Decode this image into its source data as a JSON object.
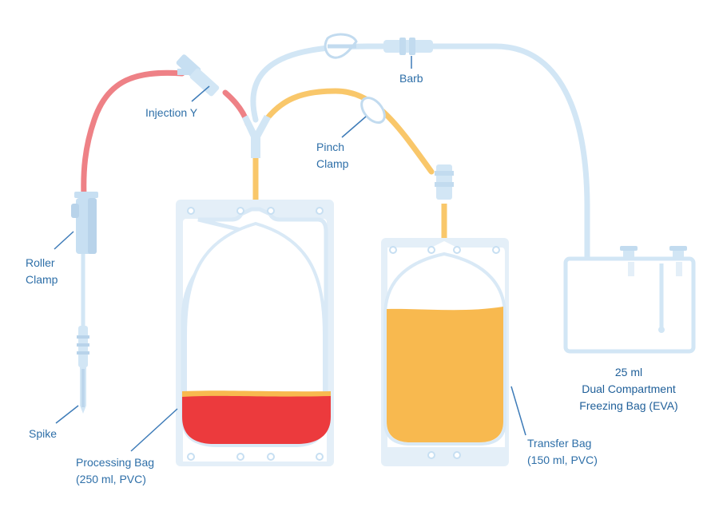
{
  "labels": {
    "injection_y": "Injection Y",
    "barb": "Barb",
    "pinch_clamp": [
      "Pinch",
      "Clamp"
    ],
    "roller_clamp": [
      "Roller",
      "Clamp"
    ],
    "spike": "Spike",
    "processing_bag": [
      "Processing Bag",
      "(250 ml, PVC)"
    ],
    "transfer_bag": [
      "Transfer Bag",
      "(150 ml, PVC)"
    ],
    "freezing_bag": [
      "25 ml",
      "Dual Compartment",
      "Freezing Bag (EVA)"
    ]
  },
  "colors": {
    "tube_blue": "#d2e6f5",
    "tube_red": "#ee8186",
    "tube_orange": "#f9c76a",
    "blood_red": "#ec3a3d",
    "plasma_orange": "#f8b94f",
    "label_blue": "#2e6fa8",
    "leader_line": "#3d7bb8"
  },
  "fill_levels": {
    "processing_bag": 0.2,
    "transfer_bag": 0.7
  }
}
